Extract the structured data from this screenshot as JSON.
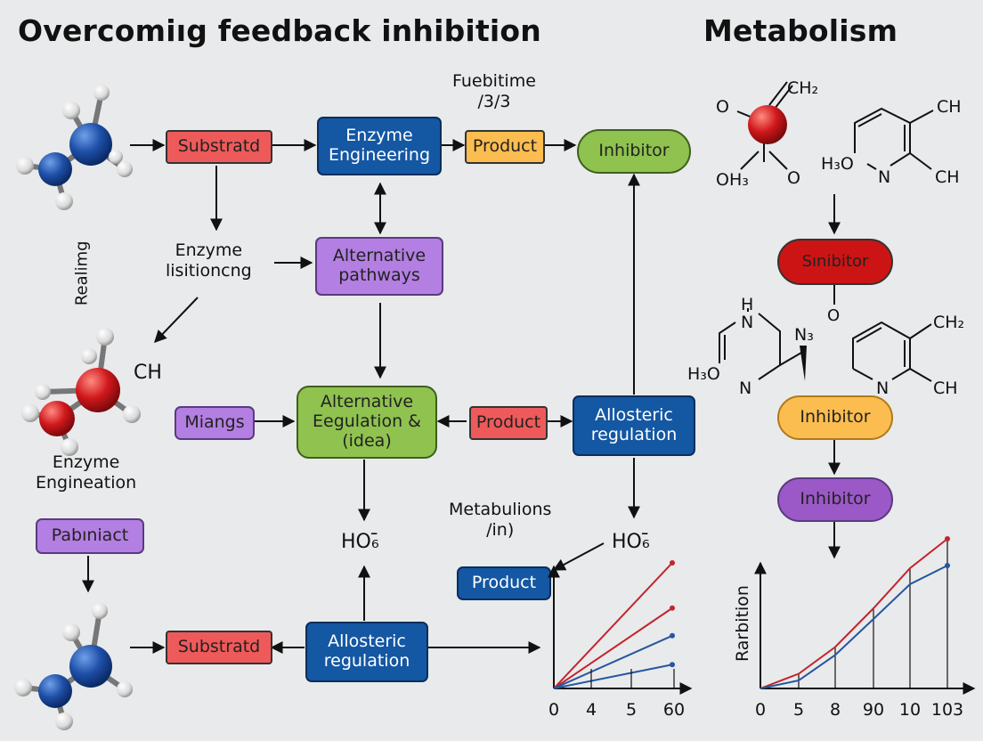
{
  "titles": {
    "left": "Overcomiıg feedback inhibition",
    "right": "Metabolism"
  },
  "nodes": {
    "substrate_top": "Substratd",
    "enzyme_engineering_top": "Enzyme\nEngineering",
    "product_top": "Product",
    "inhibitor_top": "Inhibitor",
    "alternative_pathways": "Alternative\npathways",
    "alternative_regulation": "Alternative\nEegulation &\n(idea)",
    "miangs": "Miangs",
    "product_mid": "Product",
    "allosteric_mid": "Allosteric\nregulation",
    "pabuniact": "Pabıniact",
    "substrate_bottom": "Substratd",
    "allosteric_bottom": "Allosteric\nregulation",
    "product_chart": "Product",
    "shinbitor": "Sınibitor",
    "inhibitor_right_orange": "Inhibitor",
    "inhibitor_right_purple": "Inhibitor"
  },
  "labels": {
    "fuebitime": "Fuebitime\n/3/3",
    "enzyme_lisitioncng": "Enzyme\nlisitioncng",
    "realimg": "Realimg",
    "ch_mid": "CH",
    "enzyme_engineation": "Enzyme\nEngineation",
    "ho_left": "HO₆̄",
    "ho_right": "HO₆̄",
    "metabulions": "Metabulions\n/in)",
    "o_below_shinbitor": "O"
  },
  "chem": {
    "top_left": {
      "o": "O",
      "ch2": "CH₂",
      "oh3": "OH₃",
      "o2": "O"
    },
    "top_right": {
      "ch": "CH",
      "h3o": "H₃O",
      "n": "N",
      "ch_b": "CH"
    },
    "mid_left": {
      "h": "H",
      "n": "N",
      "n3": "N₃",
      "h3o": "H₃O",
      "n_b": "N"
    },
    "mid_right": {
      "ch2": "CH₂",
      "n": "N",
      "ch": "CH"
    }
  },
  "colors": {
    "red": "#ee5a5a",
    "blue": "#1457a3",
    "orange": "#fbbd4f",
    "green": "#8fc24f",
    "purple": "#b37fe2",
    "line_red": "#c0262e",
    "line_blue": "#2556a0"
  },
  "icons": [
    "molecule-blue-icon",
    "molecule-red-icon",
    "molecule-red-ball-icon"
  ],
  "chart_data": [
    {
      "type": "line",
      "title": "",
      "xlabel": "",
      "ylabel": "",
      "x_tick_labels": [
        "0",
        "4",
        "5",
        "60"
      ],
      "series": [
        {
          "color": "#c0262e",
          "points": [
            [
              0,
              0
            ],
            [
              1,
              1.0
            ]
          ]
        },
        {
          "color": "#c0262e",
          "points": [
            [
              0,
              0
            ],
            [
              1,
              0.64
            ]
          ]
        },
        {
          "color": "#2556a0",
          "points": [
            [
              0,
              0
            ],
            [
              1,
              0.42
            ]
          ]
        },
        {
          "color": "#2556a0",
          "points": [
            [
              0,
              0
            ],
            [
              1,
              0.19
            ]
          ]
        }
      ]
    },
    {
      "type": "line",
      "title": "",
      "xlabel": "",
      "ylabel": "Rarbition",
      "x_tick_labels": [
        "0",
        "5",
        "8",
        "90",
        "10",
        "103"
      ],
      "series": [
        {
          "color": "#c0262e",
          "values": [
            0,
            0.11,
            0.31,
            0.6,
            0.9,
            1.12
          ]
        },
        {
          "color": "#2556a0",
          "values": [
            0,
            0.06,
            0.25,
            0.52,
            0.78,
            0.92
          ]
        }
      ]
    }
  ]
}
